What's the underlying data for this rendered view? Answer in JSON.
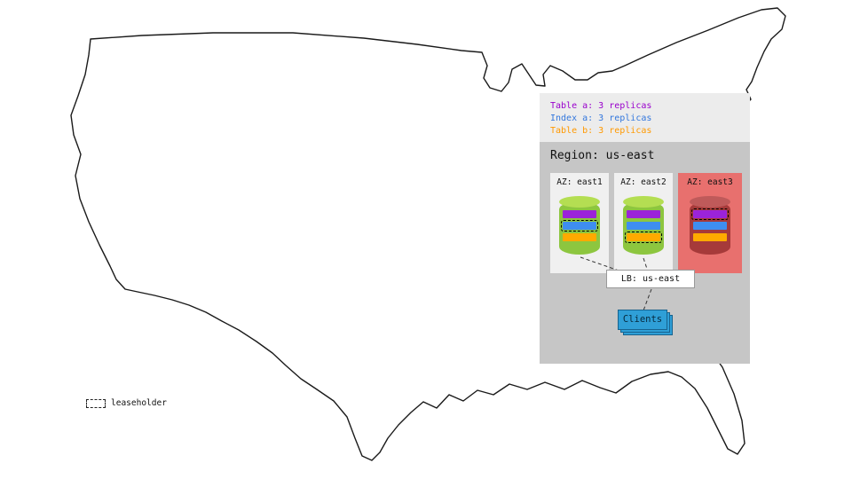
{
  "replica_legend": {
    "items": [
      {
        "label": "Table a: 3 replicas",
        "color": "#9900cc"
      },
      {
        "label": "Index a: 3 replicas",
        "color": "#3377dd"
      },
      {
        "label": "Table b: 3 replicas",
        "color": "#ff9900"
      }
    ]
  },
  "region": {
    "title": "Region: us-east",
    "azs": [
      {
        "label": "AZ: east1",
        "status": "up",
        "bg": "#f0f0f0",
        "cylinder": {
          "body_color": "#8dc63f",
          "top_color": "#b4de52"
        },
        "replicas": [
          {
            "name": "Table a",
            "color": "#9b23d9",
            "leaseholder": false
          },
          {
            "name": "Index a",
            "color": "#3e8ef0",
            "leaseholder": true
          },
          {
            "name": "Table b",
            "color": "#ffaa00",
            "leaseholder": false
          }
        ]
      },
      {
        "label": "AZ: east2",
        "status": "up",
        "bg": "#f0f0f0",
        "cylinder": {
          "body_color": "#8dc63f",
          "top_color": "#b4de52"
        },
        "replicas": [
          {
            "name": "Table a",
            "color": "#9b23d9",
            "leaseholder": false
          },
          {
            "name": "Index a",
            "color": "#3e8ef0",
            "leaseholder": false
          },
          {
            "name": "Table b",
            "color": "#ffaa00",
            "leaseholder": true
          }
        ]
      },
      {
        "label": "AZ: east3",
        "status": "down",
        "bg": "#e8706e",
        "cylinder": {
          "body_color": "#a63a3a",
          "top_color": "#bf5a5a"
        },
        "replicas": [
          {
            "name": "Table a",
            "color": "#9b23d9",
            "leaseholder": true
          },
          {
            "name": "Index a",
            "color": "#3e8ef0",
            "leaseholder": false
          },
          {
            "name": "Table b",
            "color": "#ffaa00",
            "leaseholder": false
          }
        ]
      }
    ]
  },
  "load_balancer": {
    "label": "LB: us-east"
  },
  "clients": {
    "label": "Clients",
    "color": "#2f9fd7"
  },
  "leaseholder_legend": {
    "label": "leaseholder"
  }
}
